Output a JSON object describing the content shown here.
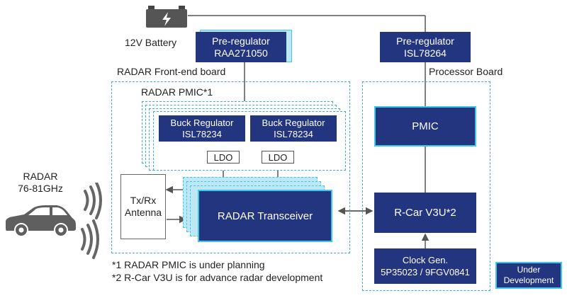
{
  "battery": {
    "label": "12V Battery"
  },
  "preregs": {
    "left": {
      "line1": "Pre-regulator",
      "line2": "RAA271050"
    },
    "right": {
      "line1": "Pre-regulator",
      "line2": "ISL78264"
    }
  },
  "boards": {
    "frontend": "RADAR Front-end board",
    "processor": "Processor Board",
    "pmic_label": "RADAR PMIC*1"
  },
  "buck": {
    "left": {
      "line1": "Buck Regulator",
      "line2": "ISL78234"
    },
    "right": {
      "line1": "Buck Regulator",
      "line2": "ISL78234"
    }
  },
  "ldo": {
    "left": "LDO",
    "right": "LDO"
  },
  "antenna": {
    "line1": "Tx/Rx",
    "line2": "Antenna"
  },
  "transceiver": "RADAR Transceiver",
  "radar": {
    "line1": "RADAR",
    "line2": "76-81GHz"
  },
  "processor_blocks": {
    "pmic": "PMIC",
    "rcar": "R-Car V3U*2",
    "clock": {
      "line1": "Clock Gen.",
      "line2": "5P35023 / 9FGV0841"
    }
  },
  "legend": {
    "line1": "Under",
    "line2": "Development"
  },
  "footnotes": {
    "n1": "*1 RADAR PMIC is under planning",
    "n2": "*2 R-Car V3U is for advance radar development"
  },
  "colors": {
    "navy": "#23357f",
    "cyan": "#3ec7ea",
    "light_cyan": "#bfe8f7",
    "dash": "#3aaed0",
    "wire": "#555555"
  },
  "icons": [
    "battery-icon",
    "car-icon",
    "radio-waves-icon"
  ]
}
